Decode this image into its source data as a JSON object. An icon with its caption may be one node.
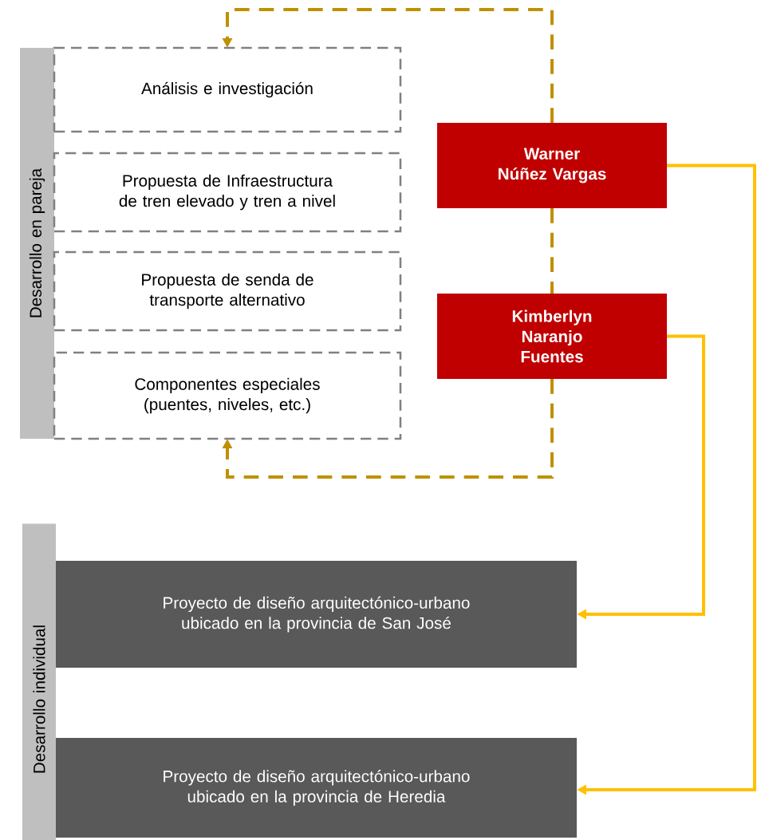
{
  "diagram": {
    "nodes": [
      {
        "text": [
          "Desarrollo en pareja"
        ]
      },
      {
        "text": [
          "Análisis e investigación"
        ]
      },
      {
        "text": [
          "Propuesta de Infraestructura de tren elevado y tren a nivel"
        ]
      },
      {
        "text": [
          "Propuesta de senda de transporte alternativo"
        ]
      },
      {
        "text": [
          "Componentes especiales (puentes, niveles, etc.)"
        ]
      },
      {
        "text": [
          "Warner Núñez Vargas"
        ]
      },
      {
        "text": [
          "Kimberlyn Naranjo Fuentes"
        ]
      },
      {
        "text": [
          "Desarrollo individual"
        ]
      },
      {
        "text": [
          "Proyecto de diseño arquitectónico-urbano ubicado en la provincia de San José"
        ]
      },
      {
        "text": [
          "Proyecto de diseño arquitectónico-urbano ubicado en la provincia de Heredia"
        ]
      }
    ],
    "edges": [
      {
        "from": 5,
        "to": 1,
        "arrow": "to",
        "style": "dashed",
        "color": "#bf9000"
      },
      {
        "from": 5,
        "to": 6,
        "arrow": "none",
        "style": "dashed",
        "color": "#bf9000"
      },
      {
        "from": 6,
        "to": 4,
        "arrow": "to",
        "style": "dashed",
        "color": "#bf9000"
      },
      {
        "from": 5,
        "to": 9,
        "arrow": "to",
        "color": "#ffc000"
      },
      {
        "from": 6,
        "to": 8,
        "arrow": "to",
        "color": "#ffc000"
      }
    ]
  }
}
